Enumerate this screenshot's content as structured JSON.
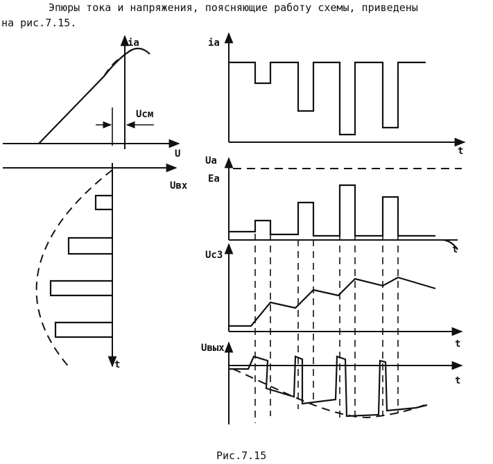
{
  "text": {
    "intro_line1": "Эпюры тока и напряжения, поясняющие работу схемы, приведены",
    "intro_line2": "на рис.7.15.",
    "figure_caption": "Рис.7.15"
  },
  "labels": {
    "ia_left": "iа",
    "ucm": "Uсм",
    "u_axis": "U",
    "uvx_axis": "Uвх",
    "t_left": "t",
    "ia_right": "iа",
    "t_1": "t",
    "ua": "Uа",
    "ea": "Еа",
    "t_2": "t",
    "uc3": "Uс3",
    "t_3": "t",
    "uvyx": "Uвых",
    "t_4": "t"
  }
}
